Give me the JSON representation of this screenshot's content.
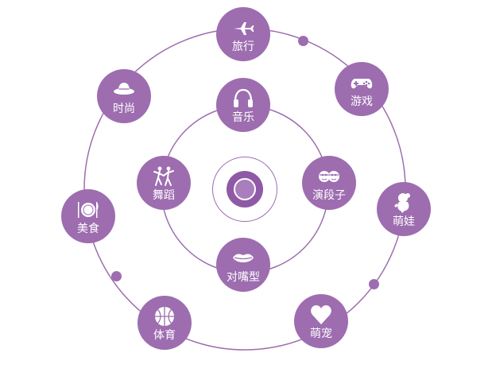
{
  "theme": {
    "accent": "#9d6db0",
    "ring": "#9d6db0"
  },
  "outer_nodes": [
    {
      "key": "travel",
      "label": "旅行",
      "icon": "airplane-icon"
    },
    {
      "key": "game",
      "label": "游戏",
      "icon": "gamepad-icon"
    },
    {
      "key": "doll",
      "label": "萌娃",
      "icon": "baby-icon"
    },
    {
      "key": "pet",
      "label": "萌宠",
      "icon": "heart-icon"
    },
    {
      "key": "sports",
      "label": "体育",
      "icon": "basketball-icon"
    },
    {
      "key": "food",
      "label": "美食",
      "icon": "plate-cutlery-icon"
    },
    {
      "key": "fashion",
      "label": "时尚",
      "icon": "sun-hat-icon"
    }
  ],
  "inner_nodes": [
    {
      "key": "music",
      "label": "音乐",
      "icon": "headphones-icon"
    },
    {
      "key": "comedy",
      "label": "演段子",
      "icon": "two-faces-icon"
    },
    {
      "key": "lipsync",
      "label": "对嘴型",
      "icon": "lips-icon"
    },
    {
      "key": "dance",
      "label": "舞蹈",
      "icon": "dancers-icon"
    }
  ]
}
